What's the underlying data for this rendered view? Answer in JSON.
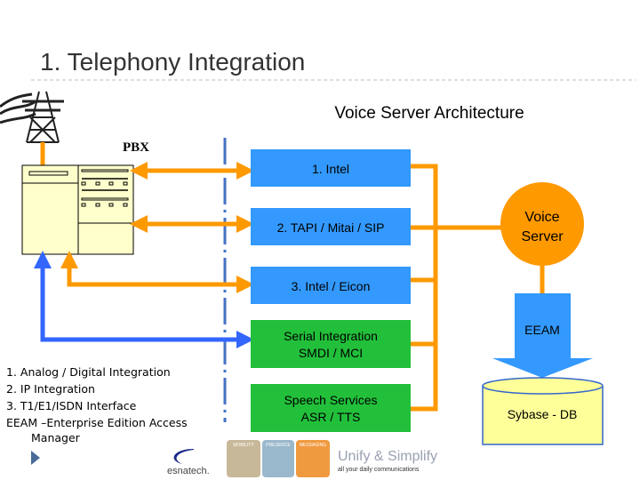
{
  "slide": {
    "title": "1. Telephony Integration",
    "architecture_title": "Voice Server Architecture",
    "pbx_label": "PBX"
  },
  "boxes": [
    {
      "line1": "1. Intel",
      "color": "#3399ff"
    },
    {
      "line1": "2. TAPI / Mitai / SIP",
      "color": "#3399ff"
    },
    {
      "line1": "3. Intel / Eicon",
      "color": "#3399ff"
    },
    {
      "line1": "Serial Integration",
      "line2": "SMDI / MCI",
      "color": "#22c03a"
    },
    {
      "line1": "Speech Services",
      "line2": "ASR / TTS",
      "color": "#22c03a"
    }
  ],
  "voice_server": {
    "line1": "Voice",
    "line2": "Server",
    "color": "#ff9900"
  },
  "eeam_arrow": {
    "label": "EEAM",
    "color": "#3399ff"
  },
  "database": {
    "label": "Sybase - DB",
    "color": "#ffff99"
  },
  "legend": [
    "1. Analog / Digital Integration",
    "2. IP Integration",
    "3. T1/E1/ISDN Interface",
    "EEAM –Enterprise Edition Access",
    "Manager"
  ],
  "footer": {
    "brand": "esnatech.",
    "tiles": [
      "MOBILITY",
      "PRESENCE",
      "MESSAGING"
    ],
    "tagline": "Unify & Simplify",
    "subtagline": "all your daily communications"
  },
  "colors": {
    "orange": "#ff9900",
    "blue_link": "#3366ff",
    "divider": "#4472c4"
  }
}
